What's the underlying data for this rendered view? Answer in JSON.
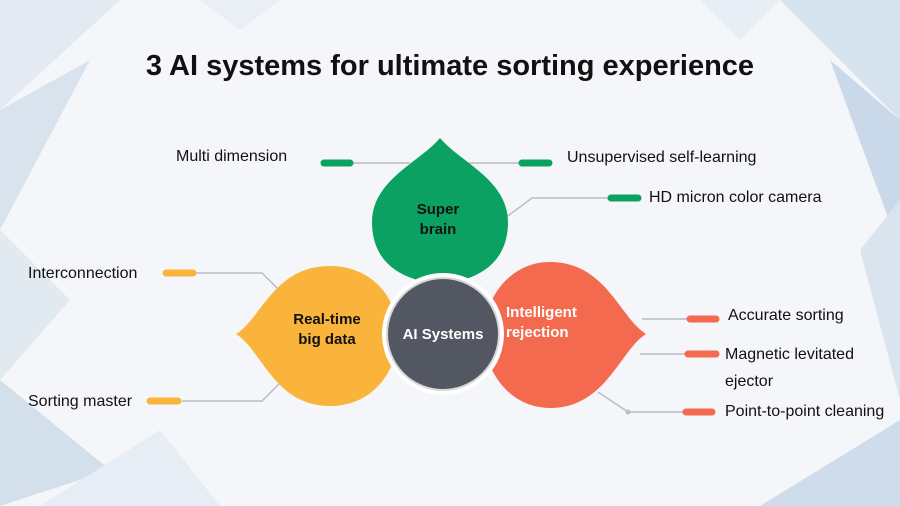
{
  "title": "3 AI systems for ultimate sorting experience",
  "center": {
    "label": "AI Systems"
  },
  "petals": [
    {
      "line1": "Super",
      "line2": "brain",
      "color": "#0aa163",
      "text_color": "#111111"
    },
    {
      "line1": "Real-time",
      "line2": "big data",
      "color": "#fbb43b",
      "text_color": "#111111"
    },
    {
      "line1": "Intelligent",
      "line2": "rejection",
      "color": "#f46a4e",
      "text_color": "#ffffff"
    }
  ],
  "features": {
    "super_brain": [
      "Multi dimension",
      "Unsupervised self-learning",
      "HD micron color camera"
    ],
    "big_data": [
      "Interconnection",
      "Sorting master"
    ],
    "rejection": [
      "Accurate sorting",
      "Magnetic levitated",
      "ejector",
      "Point-to-point cleaning"
    ]
  },
  "colors": {
    "green": "#0aa163",
    "yellow": "#fbb43b",
    "red": "#f46a4e",
    "center": "#525762",
    "connector": "#b9bcc2"
  }
}
